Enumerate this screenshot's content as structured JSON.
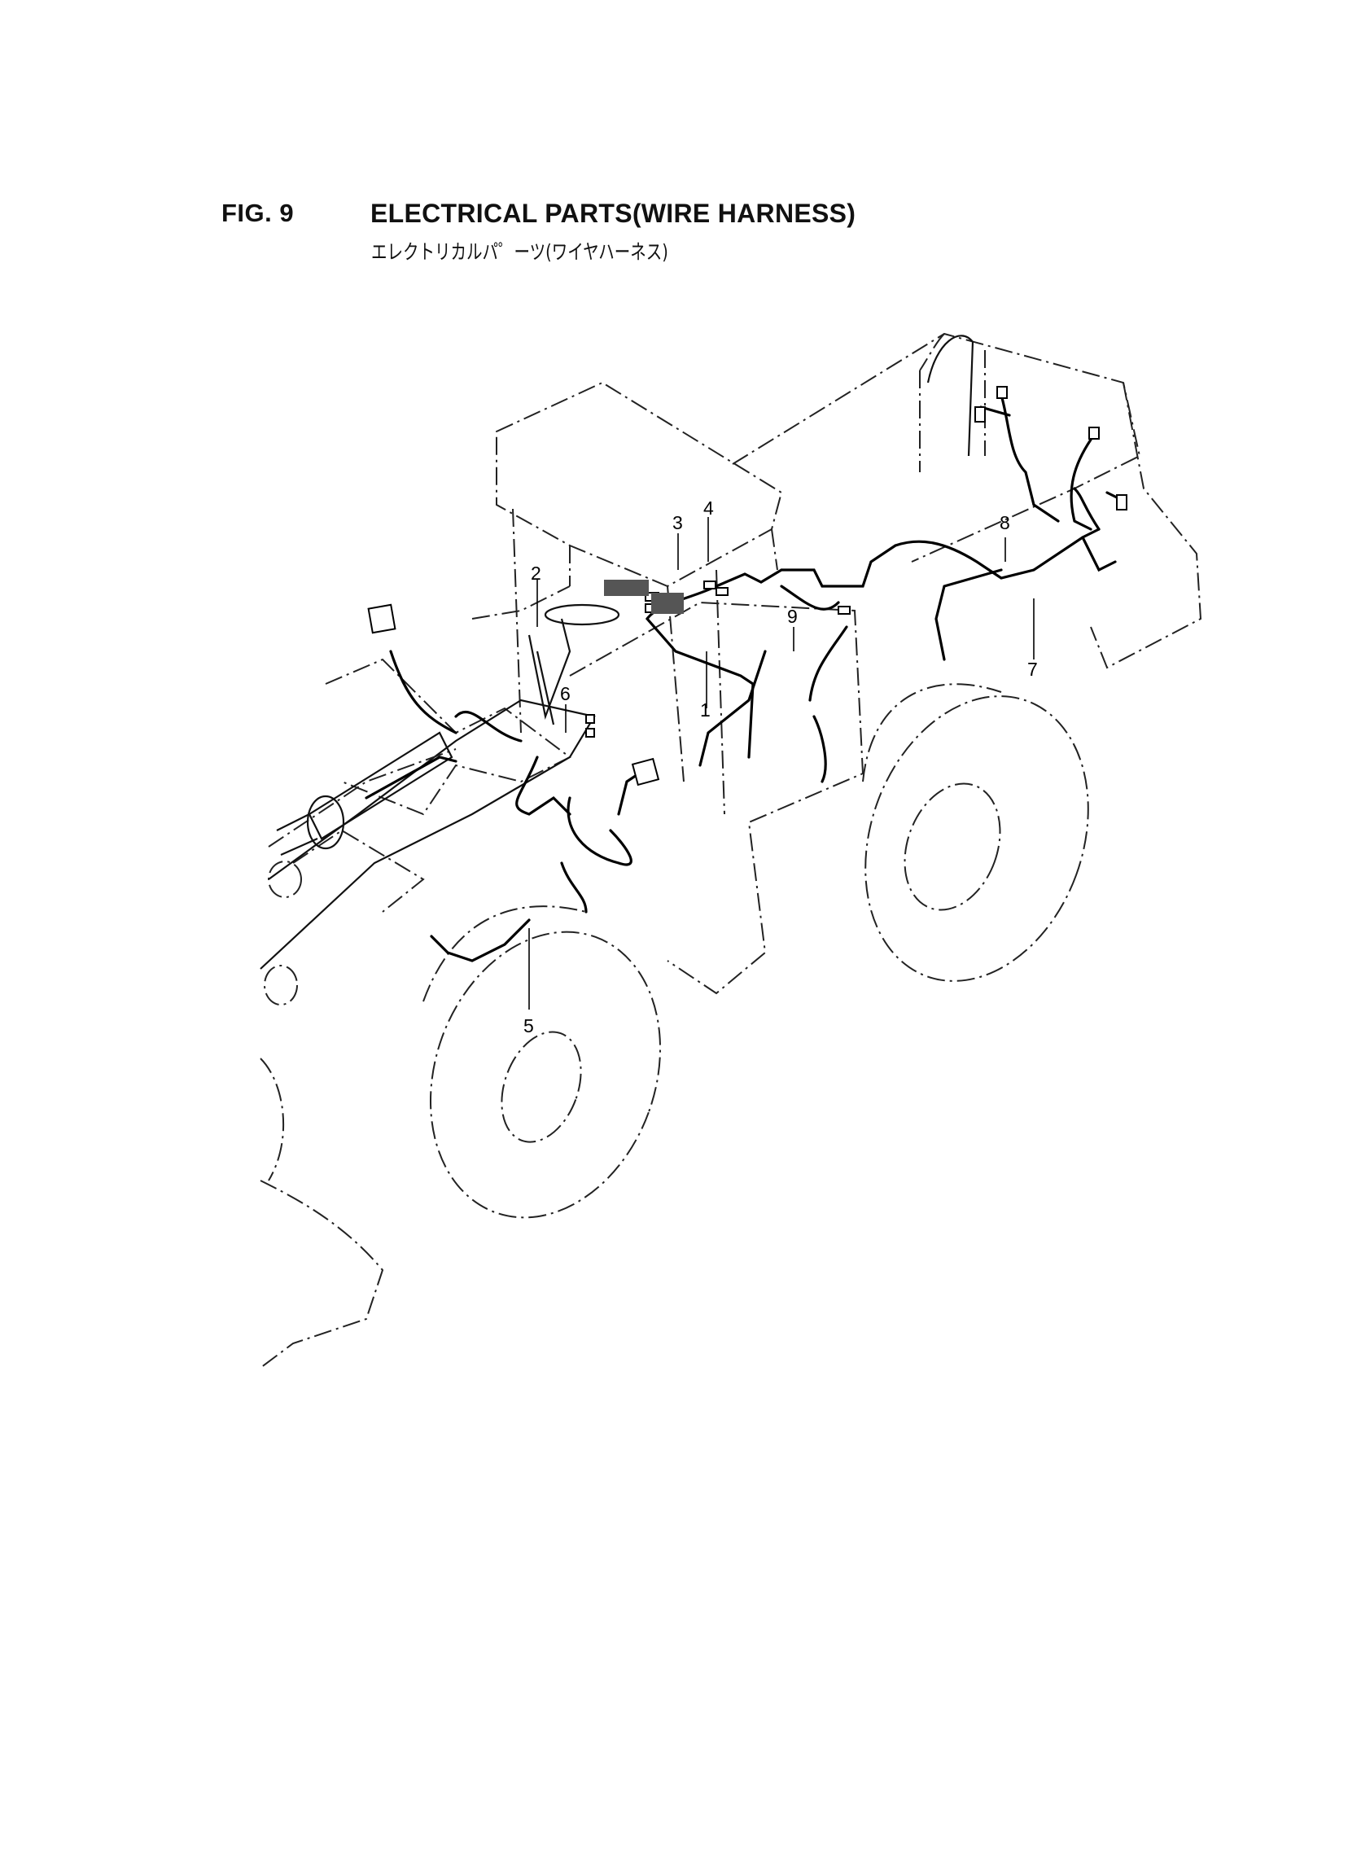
{
  "header": {
    "fig_label": "FIG. 9",
    "title_en": "ELECTRICAL PARTS(WIRE HARNESS)",
    "title_jp": "エレクトリカルパ゜ーツ(ワイヤハーネス)"
  },
  "callouts": [
    "1",
    "2",
    "3",
    "4",
    "5",
    "6",
    "7",
    "8",
    "9"
  ]
}
